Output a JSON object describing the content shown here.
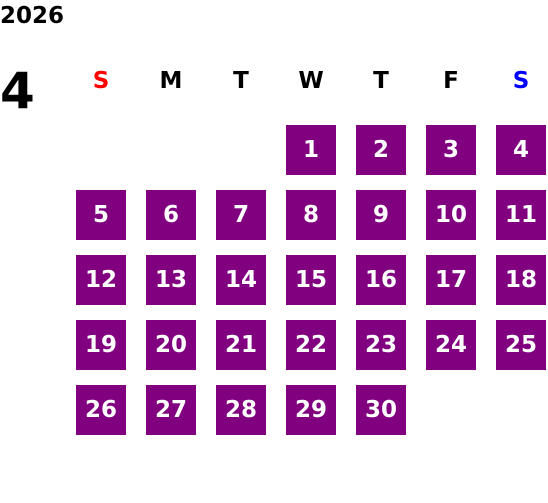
{
  "calendar": {
    "year": "2026",
    "month": "4",
    "first_weekday_index": 3,
    "weekdays": [
      {
        "label": "S",
        "color": "#ff0000"
      },
      {
        "label": "M",
        "color": "#000000"
      },
      {
        "label": "T",
        "color": "#000000"
      },
      {
        "label": "W",
        "color": "#000000"
      },
      {
        "label": "T",
        "color": "#000000"
      },
      {
        "label": "F",
        "color": "#000000"
      },
      {
        "label": "S",
        "color": "#0000ff"
      }
    ],
    "days": [
      "1",
      "2",
      "3",
      "4",
      "5",
      "6",
      "7",
      "8",
      "9",
      "10",
      "11",
      "12",
      "13",
      "14",
      "15",
      "16",
      "17",
      "18",
      "19",
      "20",
      "21",
      "22",
      "23",
      "24",
      "25",
      "26",
      "27",
      "28",
      "29",
      "30"
    ],
    "cell_color": "#800080",
    "cell_text_color": "#ffffff"
  }
}
